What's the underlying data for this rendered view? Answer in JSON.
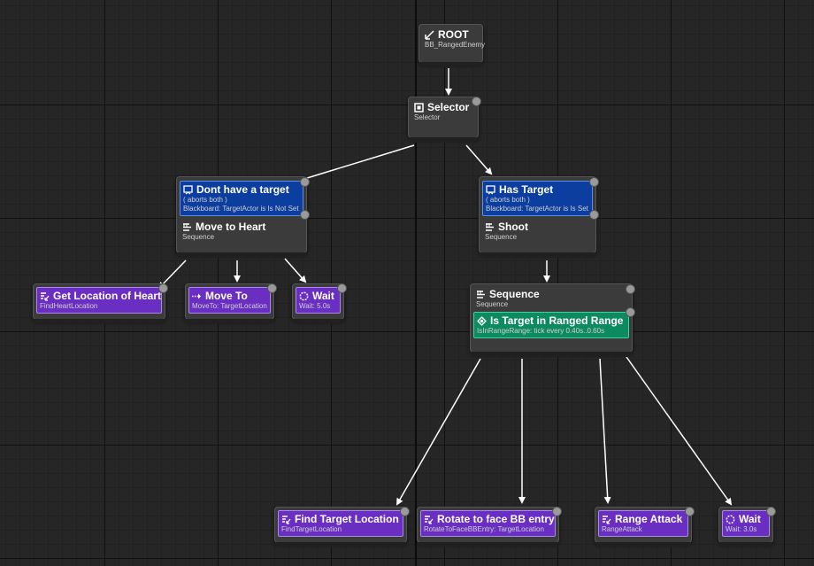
{
  "root": {
    "title": "ROOT",
    "subtitle": "BB_RangedEnemy"
  },
  "selector": {
    "title": "Selector",
    "subtitle": "Selector"
  },
  "left_branch": {
    "decorator": {
      "title": "Dont have a target",
      "aborts": "( aborts both )",
      "condition": "Blackboard: TargetActor is Is Not Set"
    },
    "composite": {
      "title": "Move to Heart",
      "subtitle": "Sequence"
    }
  },
  "right_branch": {
    "decorator": {
      "title": "Has Target",
      "aborts": "( aborts both )",
      "condition": "Blackboard: TargetActor is Is Set"
    },
    "composite": {
      "title": "Shoot",
      "subtitle": "Sequence"
    }
  },
  "sequence": {
    "title": "Sequence",
    "subtitle": "Sequence",
    "service": {
      "title": "Is Target in Ranged Range",
      "subtitle": "IsInRangeRange: tick every 0.40s..0.60s"
    }
  },
  "left_tasks": [
    {
      "title": "Get Location of Heart",
      "subtitle": "FindHeartLocation"
    },
    {
      "title": "Move To",
      "subtitle": "MoveTo: TargetLocation"
    },
    {
      "title": "Wait",
      "subtitle": "Wait: 5.0s"
    }
  ],
  "right_tasks": [
    {
      "title": "Find Target Location",
      "subtitle": "FindTargetLocation"
    },
    {
      "title": "Rotate to face BB entry",
      "subtitle": "RotateToFaceBBEntry: TargetLocation"
    },
    {
      "title": "Range Attack",
      "subtitle": "RangeAttack"
    },
    {
      "title": "Wait",
      "subtitle": "Wait: 3.0s"
    }
  ],
  "icons": {
    "root": "root-arrow-icon",
    "selector": "selector-icon",
    "decorator": "blackboard-decorator-icon",
    "sequence": "sequence-icon",
    "service": "service-icon",
    "task_run": "task-icon",
    "move": "move-to-icon",
    "wait": "wait-icon"
  },
  "colors": {
    "decorator": "#0c3ea0",
    "service": "#0e8a61",
    "task": "#6a2fc2",
    "node": "#3b3b3b"
  }
}
